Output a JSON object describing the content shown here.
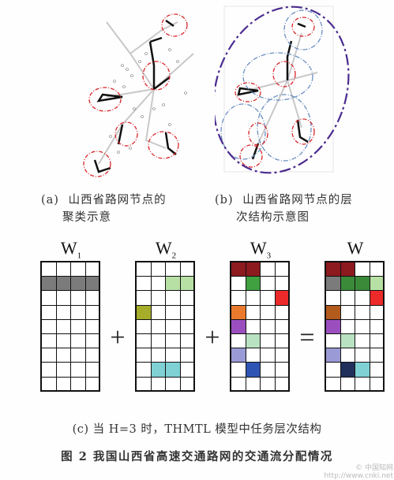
{
  "panel_a": {
    "caption_prefix": "(a)",
    "caption_line1": "山西省路网节点的",
    "caption_line2": "聚类示意"
  },
  "panel_b": {
    "caption_prefix": "(b)",
    "caption_line1": "山西省路网节点的层",
    "caption_line2": "次结构示意图"
  },
  "matrices": [
    {
      "label": "W",
      "sub": "1",
      "cells": [
        [
          "#fff",
          "#fff",
          "#fff",
          "#fff"
        ],
        [
          "#7b7b7b",
          "#7b7b7b",
          "#7b7b7b",
          "#7b7b7b"
        ],
        [
          "#fff",
          "#fff",
          "#fff",
          "#fff"
        ],
        [
          "#fff",
          "#fff",
          "#fff",
          "#fff"
        ],
        [
          "#fff",
          "#fff",
          "#fff",
          "#fff"
        ],
        [
          "#fff",
          "#fff",
          "#fff",
          "#fff"
        ],
        [
          "#fff",
          "#fff",
          "#fff",
          "#fff"
        ],
        [
          "#fff",
          "#fff",
          "#fff",
          "#fff"
        ],
        [
          "#fff",
          "#fff",
          "#fff",
          "#fff"
        ]
      ]
    },
    {
      "label": "W",
      "sub": "2",
      "cells": [
        [
          "#fff",
          "#fff",
          "#fff",
          "#fff"
        ],
        [
          "#fff",
          "#fff",
          "#b7e0a4",
          "#b7e0a4"
        ],
        [
          "#fff",
          "#fff",
          "#fff",
          "#fff"
        ],
        [
          "#a5ad2a",
          "#fff",
          "#fff",
          "#fff"
        ],
        [
          "#fff",
          "#fff",
          "#fff",
          "#fff"
        ],
        [
          "#fff",
          "#fff",
          "#fff",
          "#fff"
        ],
        [
          "#fff",
          "#fff",
          "#fff",
          "#fff"
        ],
        [
          "#fff",
          "#7fd1d4",
          "#7fd1d4",
          "#fff"
        ],
        [
          "#fff",
          "#fff",
          "#fff",
          "#fff"
        ]
      ]
    },
    {
      "label": "W",
      "sub": "3",
      "cells": [
        [
          "#8c1a1f",
          "#8c1a1f",
          "#fff",
          "#fff"
        ],
        [
          "#fff",
          "#3fa13f",
          "#fff",
          "#fff"
        ],
        [
          "#fff",
          "#fff",
          "#fff",
          "#ec2a2a"
        ],
        [
          "#e97a2d",
          "#fff",
          "#fff",
          "#fff"
        ],
        [
          "#9b4fbf",
          "#fff",
          "#fff",
          "#fff"
        ],
        [
          "#fff",
          "#b9e2c2",
          "#fff",
          "#fff"
        ],
        [
          "#9a9ad6",
          "#fff",
          "#fff",
          "#fff"
        ],
        [
          "#fff",
          "#2f55b4",
          "#fff",
          "#fff"
        ],
        [
          "#fff",
          "#fff",
          "#fff",
          "#fff"
        ]
      ]
    },
    {
      "label": "W",
      "sub": "",
      "cells": [
        [
          "#8c1a1f",
          "#8c1a1f",
          "#fff",
          "#fff"
        ],
        [
          "#7b7b7b",
          "#3a8a3a",
          "#3a8a3a",
          "#b7e0a4"
        ],
        [
          "#fff",
          "#fff",
          "#fff",
          "#ec2a2a"
        ],
        [
          "#b35a1d",
          "#fff",
          "#fff",
          "#fff"
        ],
        [
          "#9b4fbf",
          "#fff",
          "#fff",
          "#fff"
        ],
        [
          "#fff",
          "#b9e2c2",
          "#fff",
          "#fff"
        ],
        [
          "#9a9ad6",
          "#fff",
          "#fff",
          "#fff"
        ],
        [
          "#fff",
          "#21305a",
          "#7fd1d4",
          "#fff"
        ],
        [
          "#fff",
          "#fff",
          "#fff",
          "#fff"
        ]
      ]
    }
  ],
  "operators": [
    "+",
    "+",
    "="
  ],
  "caption_c": "(c) 当 H=3 时，THMTL 模型中任务层次结构",
  "figure_caption": "图 2  我国山西省高速交通路网的交通流分配情况",
  "watermark": "© 中国知网 http://www.cnki.net"
}
